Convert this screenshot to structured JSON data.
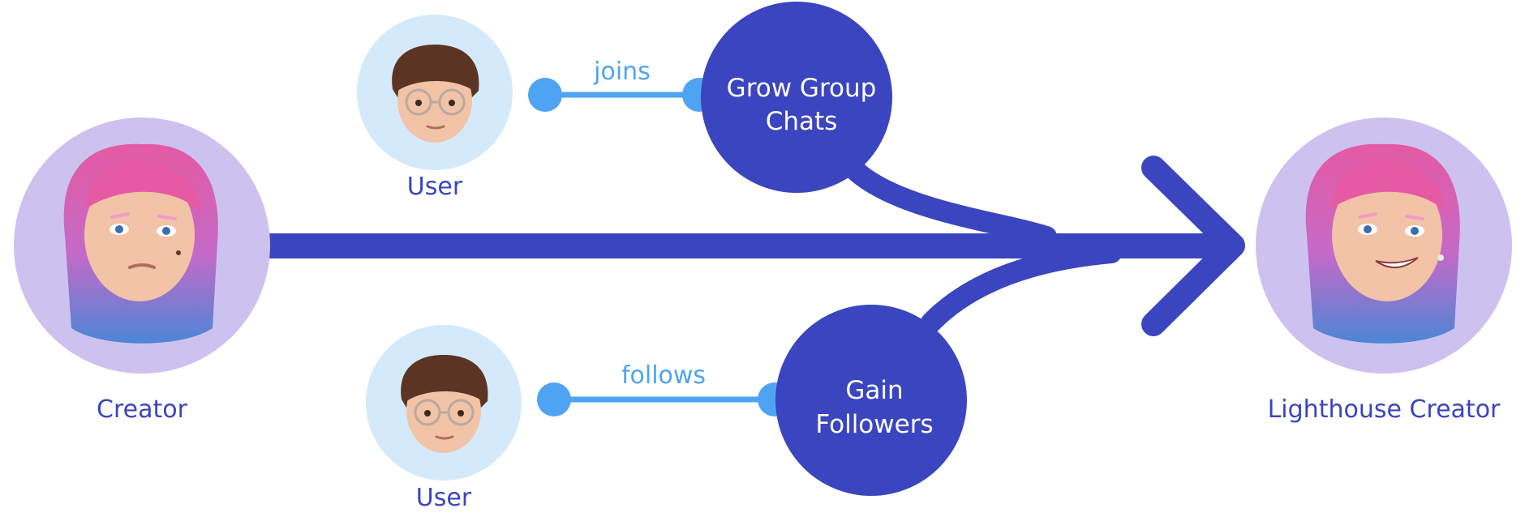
{
  "colors": {
    "primary": "#3a45bf",
    "accent": "#4fa3f3",
    "creator_bg": "#cdc2ef",
    "user_bg": "#d4eafb",
    "node_text": "#ffffff"
  },
  "personas": {
    "creator": {
      "label": "Creator",
      "icon": "creator-avatar-icon"
    },
    "lighthouse": {
      "label": "Lighthouse Creator",
      "icon": "lighthouse-creator-avatar-icon"
    },
    "user_top": {
      "label": "User",
      "icon": "user-avatar-icon"
    },
    "user_bottom": {
      "label": "User",
      "icon": "user-avatar-icon"
    }
  },
  "edges": {
    "top": {
      "label": "joins"
    },
    "bottom": {
      "label": "follows"
    }
  },
  "nodes": {
    "group_chats": {
      "line1": "Grow Group",
      "line2": "Chats"
    },
    "followers": {
      "line1": "Gain",
      "line2": "Followers"
    }
  }
}
